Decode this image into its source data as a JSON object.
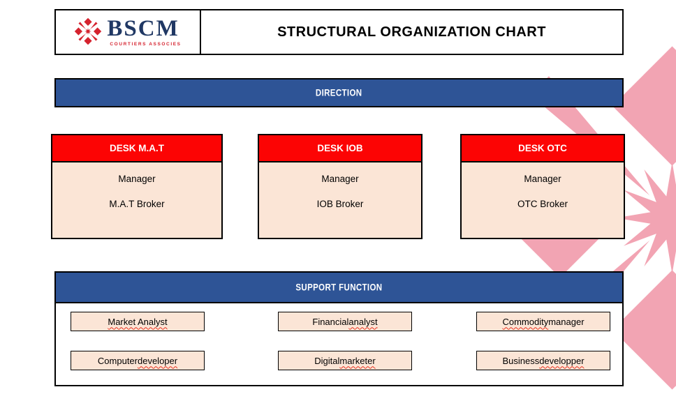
{
  "header": {
    "logo": {
      "brand": "BSCM",
      "tagline": "COURTIERS ASSOCIES"
    },
    "title": "STRUCTURAL ORGANIZATION CHART"
  },
  "direction": {
    "label": "DIRECTION"
  },
  "desks": [
    {
      "title": "DESK M.A.T",
      "manager": "Manager",
      "broker": "M.A.T Broker"
    },
    {
      "title": "DESK IOB",
      "manager": "Manager",
      "broker": "IOB Broker"
    },
    {
      "title": "DESK OTC",
      "manager": "Manager",
      "broker": "OTC Broker"
    }
  ],
  "support": {
    "label": "SUPPORT FUNCTION",
    "items": [
      {
        "parts": [
          {
            "t": "Market Analyst",
            "m": true
          }
        ]
      },
      {
        "parts": [
          {
            "t": "Financial ",
            "m": false
          },
          {
            "t": "analyst",
            "m": true
          }
        ]
      },
      {
        "parts": [
          {
            "t": "Commodity",
            "m": true
          },
          {
            "t": " manager",
            "m": false
          }
        ]
      },
      {
        "parts": [
          {
            "t": "Computer ",
            "m": false
          },
          {
            "t": "developer",
            "m": true
          }
        ]
      },
      {
        "parts": [
          {
            "t": "Digital ",
            "m": false
          },
          {
            "t": "marketer",
            "m": true
          }
        ]
      },
      {
        "parts": [
          {
            "t": "Business ",
            "m": false
          },
          {
            "t": "developper",
            "m": true
          }
        ]
      }
    ]
  },
  "colors": {
    "banner_blue": "#2e5496",
    "desk_header_red": "#fc0404",
    "panel_peach": "#fbe5d6",
    "brand_navy": "#203864",
    "brand_red": "#d5222e",
    "watermark_pink": "#f2a4b3",
    "squiggle_red": "#e8301e"
  }
}
